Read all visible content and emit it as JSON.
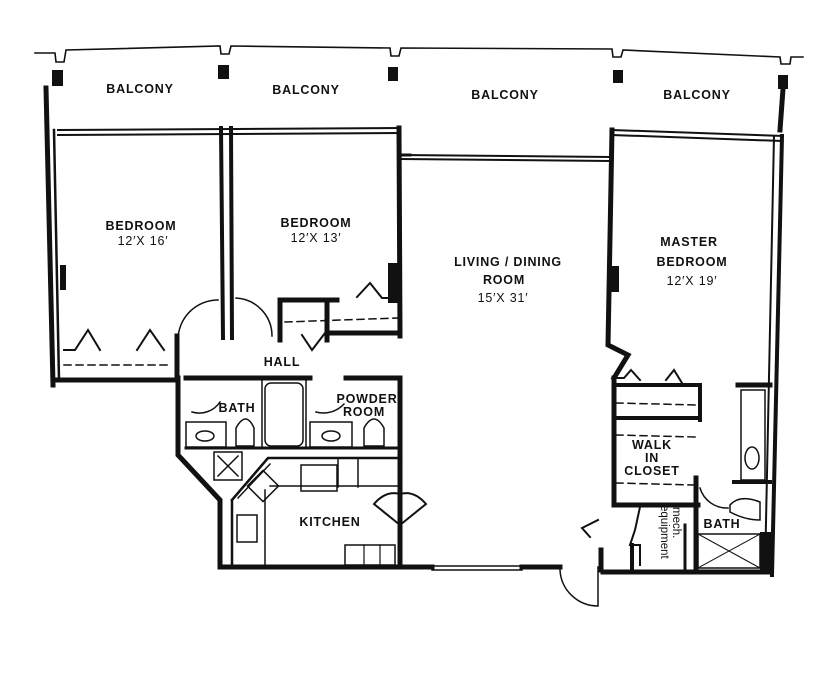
{
  "plan": {
    "type": "floor plan",
    "colors": {
      "ink": "#111111",
      "paper": "#ffffff"
    },
    "balconies": [
      {
        "label": "BALCONY"
      },
      {
        "label": "BALCONY"
      },
      {
        "label": "BALCONY"
      },
      {
        "label": "BALCONY"
      }
    ],
    "rooms": {
      "bedroom1": {
        "label": "BEDROOM",
        "size": "12′X 16′"
      },
      "bedroom2": {
        "label": "BEDROOM",
        "size": "12′X 13′"
      },
      "living": {
        "label1": "LIVING / DINING",
        "label2": "ROOM",
        "size": "15′X 31′"
      },
      "master": {
        "label1": "MASTER",
        "label2": "BEDROOM",
        "size": "12′X 19′"
      },
      "hall": {
        "label": "HALL"
      },
      "bath": {
        "label": "BATH"
      },
      "powder": {
        "label1": "POWDER",
        "label2": "ROOM"
      },
      "kitchen": {
        "label": "KITCHEN"
      },
      "walkin": {
        "label1": "WALK",
        "label2": "IN",
        "label3": "CLOSET"
      },
      "mech": {
        "label1": "mech.",
        "label2": "equipment"
      },
      "master_bath": {
        "label": "BATH"
      }
    }
  }
}
